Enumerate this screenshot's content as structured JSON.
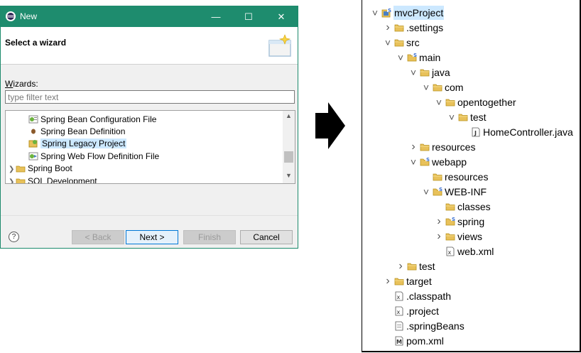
{
  "dialog": {
    "title": "New",
    "controls": {
      "minimize": "—",
      "maximize": "☐",
      "close": "✕"
    },
    "header_title": "Select a wizard",
    "wizards_label_first": "W",
    "wizards_label_rest": "izards:",
    "filter_placeholder": "type filter text",
    "wizard_items": [
      {
        "label": "Spring Bean Configuration File",
        "icon": "spring-config-icon"
      },
      {
        "label": "Spring Bean Definition",
        "icon": "bean-icon"
      },
      {
        "label": "Spring Legacy Project",
        "icon": "spring-project-icon",
        "selected": true
      },
      {
        "label": "Spring Web Flow Definition File",
        "icon": "webflow-icon"
      },
      {
        "label": "Spring Boot",
        "icon": "folder-icon",
        "category": true
      },
      {
        "label": "SQL Development",
        "icon": "folder-icon",
        "category": true
      }
    ],
    "buttons": {
      "back": "< Back",
      "next": "Next >",
      "finish": "Finish",
      "cancel": "Cancel"
    },
    "help": "?"
  },
  "tree": {
    "items": [
      {
        "label": "mvcProject",
        "depth": 0,
        "toggle": "expanded",
        "icon": "spring-project-icon",
        "selected": true
      },
      {
        "label": ".settings",
        "depth": 1,
        "toggle": "collapsed",
        "icon": "folder-icon"
      },
      {
        "label": "src",
        "depth": 1,
        "toggle": "expanded",
        "icon": "folder-icon"
      },
      {
        "label": "main",
        "depth": 2,
        "toggle": "expanded",
        "icon": "spring-folder-icon"
      },
      {
        "label": "java",
        "depth": 3,
        "toggle": "expanded",
        "icon": "folder-icon"
      },
      {
        "label": "com",
        "depth": 4,
        "toggle": "expanded",
        "icon": "folder-icon"
      },
      {
        "label": "opentogether",
        "depth": 5,
        "toggle": "expanded",
        "icon": "folder-icon"
      },
      {
        "label": "test",
        "depth": 6,
        "toggle": "expanded",
        "icon": "folder-icon"
      },
      {
        "label": "HomeController.java",
        "depth": 7,
        "toggle": "none",
        "icon": "java-file-icon"
      },
      {
        "label": "resources",
        "depth": 3,
        "toggle": "collapsed",
        "icon": "folder-icon"
      },
      {
        "label": "webapp",
        "depth": 3,
        "toggle": "expanded",
        "icon": "spring-folder-icon"
      },
      {
        "label": "resources",
        "depth": 4,
        "toggle": "none",
        "icon": "folder-icon"
      },
      {
        "label": "WEB-INF",
        "depth": 4,
        "toggle": "expanded",
        "icon": "spring-folder-icon"
      },
      {
        "label": "classes",
        "depth": 5,
        "toggle": "none",
        "icon": "folder-icon"
      },
      {
        "label": "spring",
        "depth": 5,
        "toggle": "collapsed",
        "icon": "spring-folder-icon"
      },
      {
        "label": "views",
        "depth": 5,
        "toggle": "collapsed",
        "icon": "folder-icon"
      },
      {
        "label": "web.xml",
        "depth": 5,
        "toggle": "none",
        "icon": "xml-file-icon"
      },
      {
        "label": "test",
        "depth": 2,
        "toggle": "collapsed",
        "icon": "folder-icon"
      },
      {
        "label": "target",
        "depth": 1,
        "toggle": "collapsed",
        "icon": "folder-icon"
      },
      {
        "label": ".classpath",
        "depth": 1,
        "toggle": "none",
        "icon": "xml-file-icon"
      },
      {
        "label": ".project",
        "depth": 1,
        "toggle": "none",
        "icon": "xml-file-icon"
      },
      {
        "label": ".springBeans",
        "depth": 1,
        "toggle": "none",
        "icon": "file-icon"
      },
      {
        "label": "pom.xml",
        "depth": 1,
        "toggle": "none",
        "icon": "maven-file-icon"
      }
    ]
  },
  "colors": {
    "titlebar": "#1e8c6e",
    "selection": "#cce8ff",
    "folder": "#e8c15a",
    "spring_green": "#6db33f"
  }
}
